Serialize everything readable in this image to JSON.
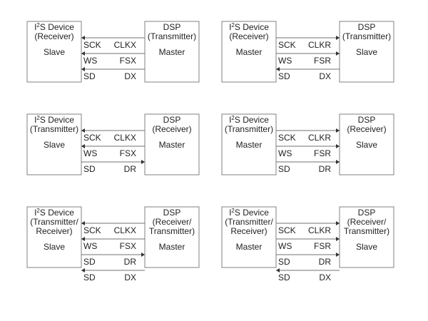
{
  "panels": [
    {
      "left": {
        "title": [
          "I²S Device",
          "(Receiver)"
        ],
        "role": "Slave"
      },
      "right": {
        "title": [
          "DSP",
          "(Transmitter)"
        ],
        "role": "Master"
      },
      "signals": [
        {
          "left": "SCK",
          "right": "CLKX",
          "dir": "to-left"
        },
        {
          "left": "WS",
          "right": "FSX",
          "dir": "to-left"
        },
        {
          "left": "SD",
          "right": "DX",
          "dir": "to-left"
        }
      ]
    },
    {
      "left": {
        "title": [
          "I²S Device",
          "(Receiver)"
        ],
        "role": "Master"
      },
      "right": {
        "title": [
          "DSP",
          "(Transmitter)"
        ],
        "role": "Slave"
      },
      "signals": [
        {
          "left": "SCK",
          "right": "CLKR",
          "dir": "to-right"
        },
        {
          "left": "WS",
          "right": "FSR",
          "dir": "to-right"
        },
        {
          "left": "SD",
          "right": "DX",
          "dir": "to-left"
        }
      ]
    },
    {
      "left": {
        "title": [
          "I²S Device",
          "(Transmitter)"
        ],
        "role": "Slave"
      },
      "right": {
        "title": [
          "DSP",
          "(Receiver)"
        ],
        "role": "Master"
      },
      "signals": [
        {
          "left": "SCK",
          "right": "CLKX",
          "dir": "to-left"
        },
        {
          "left": "WS",
          "right": "FSX",
          "dir": "to-left"
        },
        {
          "left": "SD",
          "right": "DR",
          "dir": "to-right"
        }
      ]
    },
    {
      "left": {
        "title": [
          "I²S Device",
          "(Transmitter)"
        ],
        "role": "Master"
      },
      "right": {
        "title": [
          "DSP",
          "(Receiver)"
        ],
        "role": "Slave"
      },
      "signals": [
        {
          "left": "SCK",
          "right": "CLKR",
          "dir": "to-right"
        },
        {
          "left": "WS",
          "right": "FSR",
          "dir": "to-right"
        },
        {
          "left": "SD",
          "right": "DR",
          "dir": "to-right"
        }
      ]
    },
    {
      "left": {
        "title": [
          "I²S Device",
          "(Transmitter/",
          "Receiver)"
        ],
        "role": "Slave"
      },
      "right": {
        "title": [
          "DSP",
          "(Receiver/",
          "Transmitter)"
        ],
        "role": "Master"
      },
      "signals": [
        {
          "left": "SCK",
          "right": "CLKX",
          "dir": "to-left"
        },
        {
          "left": "WS",
          "right": "FSX",
          "dir": "to-left"
        },
        {
          "left": "SD",
          "right": "DR",
          "dir": "to-right"
        },
        {
          "left": "SD",
          "right": "DX",
          "dir": "to-left"
        }
      ]
    },
    {
      "left": {
        "title": [
          "I²S Device",
          "(Transmitter/",
          "Receiver)"
        ],
        "role": "Master"
      },
      "right": {
        "title": [
          "DSP",
          "(Receiver/",
          "Transmitter)"
        ],
        "role": "Slave"
      },
      "signals": [
        {
          "left": "SCK",
          "right": "CLKR",
          "dir": "to-right"
        },
        {
          "left": "WS",
          "right": "FSR",
          "dir": "to-right"
        },
        {
          "left": "SD",
          "right": "DR",
          "dir": "to-right"
        },
        {
          "left": "SD",
          "right": "DX",
          "dir": "to-left"
        }
      ]
    }
  ]
}
